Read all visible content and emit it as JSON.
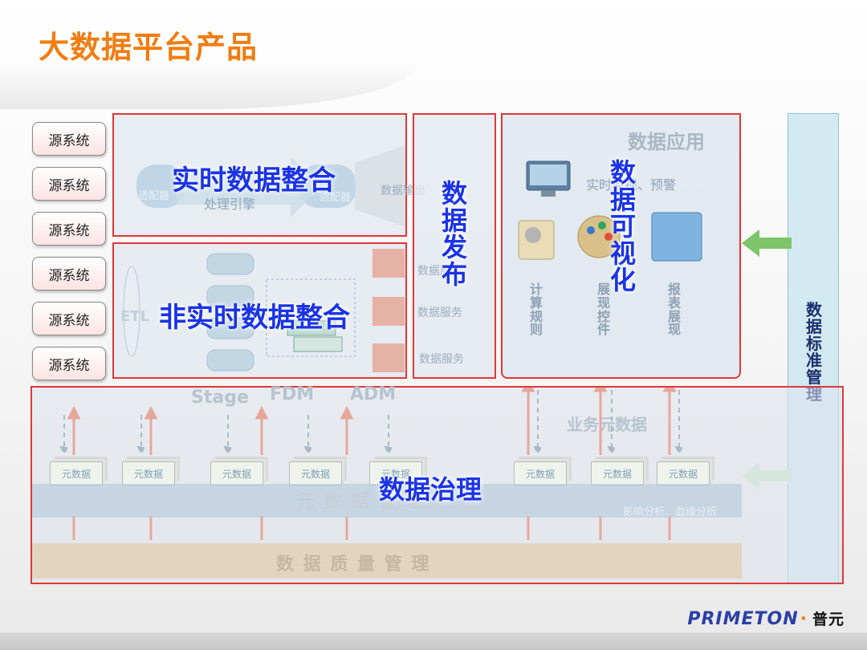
{
  "title": "大数据平台产品",
  "source_systems": [
    "源系统",
    "源系统",
    "源系统",
    "源系统",
    "源系统",
    "源系统"
  ],
  "realtime": {
    "label": "实时数据整合",
    "adapter_left": "适配器",
    "engine": "处理引擎",
    "adapter_right": "适配器",
    "output": "数据输出"
  },
  "batch": {
    "label": "非实时数据整合",
    "etl": "ETL"
  },
  "publish": {
    "label": [
      "数",
      "据",
      "发",
      "布"
    ],
    "services": [
      "数据服务",
      "数据服务",
      "数据服务"
    ]
  },
  "application": {
    "header": "数据应用",
    "realtime_monitor": "实时监视、预警",
    "label": [
      "数",
      "据",
      "可",
      "视",
      "化"
    ],
    "items": [
      {
        "name": [
          "计",
          "算",
          "规",
          "则"
        ]
      },
      {
        "name": [
          "展",
          "现",
          "控",
          "件"
        ]
      },
      {
        "name": [
          "报",
          "表",
          "展",
          "现"
        ]
      }
    ]
  },
  "governance": {
    "label": "数据治理",
    "layers": [
      "Stage",
      "FDM",
      "ADM"
    ],
    "business_meta": "业务元数据",
    "meta_label": "元数据",
    "meta_items": [
      "元数据",
      "元数据",
      "元数据",
      "元数据",
      "元数据",
      "元数据",
      "元数据",
      "元数据"
    ],
    "meta_mgmt": "元 数 据 管 理",
    "impact": "影响分析、血缘分析",
    "quality": "数 据 质 量 管 理"
  },
  "standard": {
    "label": [
      "数",
      "据",
      "标",
      "准",
      "管",
      "理"
    ]
  },
  "logo": {
    "brand": "PRIMETON",
    "cn": "普元"
  },
  "colors": {
    "title": "#f07d12",
    "accent_blue": "#1a33e6",
    "frame_red": "#e03838"
  }
}
